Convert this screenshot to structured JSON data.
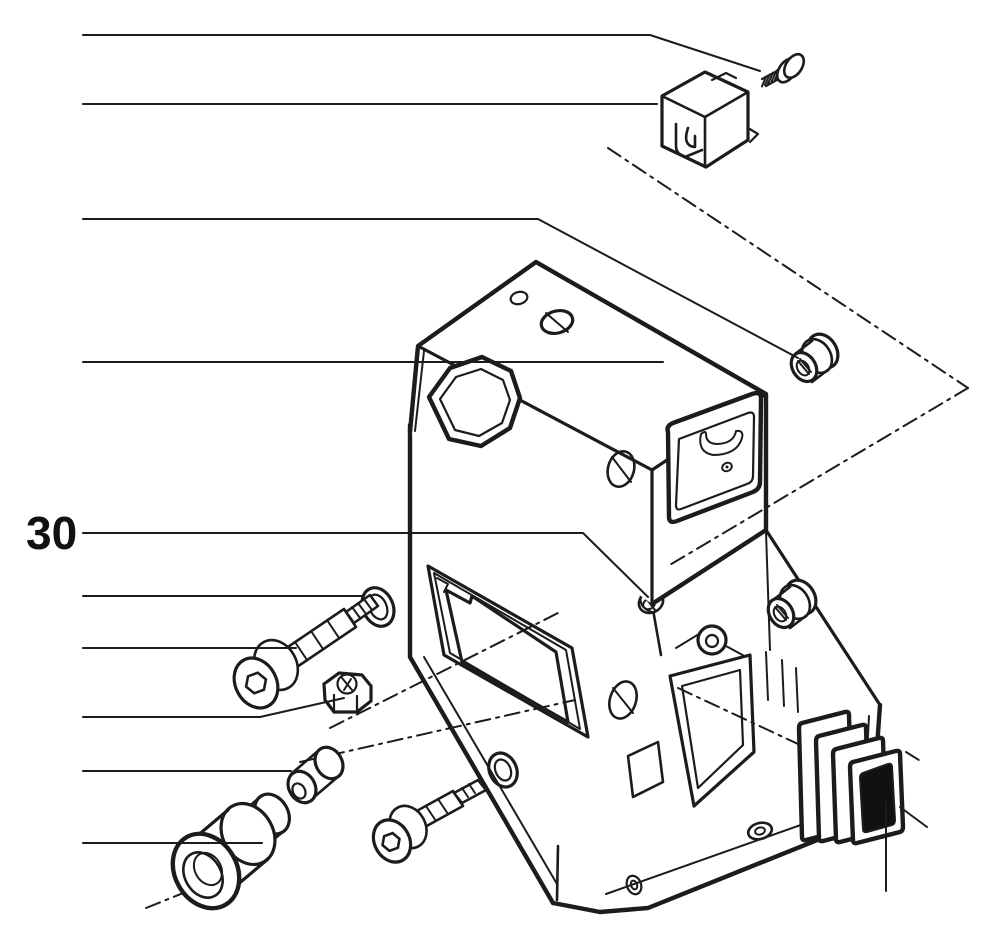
{
  "diagram": {
    "kind": "exploded-parts-diagram",
    "colors": {
      "background": "#ffffff",
      "line": "#1c1c1c",
      "pad_fill": "#111111"
    },
    "label": {
      "text": "30"
    },
    "parts": [
      {
        "name": "pan-head-screw"
      },
      {
        "name": "sheet-metal-clamp"
      },
      {
        "name": "gear-housing-upper"
      },
      {
        "name": "threaded-insert-upper"
      },
      {
        "name": "set-screw",
        "labeled_as": "30"
      },
      {
        "name": "threaded-insert-lower"
      },
      {
        "name": "housing-base"
      },
      {
        "name": "gasket"
      },
      {
        "name": "lock-washer-upper"
      },
      {
        "name": "socket-head-bolt-upper"
      },
      {
        "name": "hex-nut"
      },
      {
        "name": "spacer-sleeve"
      },
      {
        "name": "stepped-bushing"
      },
      {
        "name": "socket-head-bolt-lower"
      },
      {
        "name": "lock-washer-lower"
      },
      {
        "name": "cushion-pad-stack"
      }
    ],
    "callout_lines": {
      "count": 12,
      "labeled": [
        "30"
      ]
    }
  }
}
